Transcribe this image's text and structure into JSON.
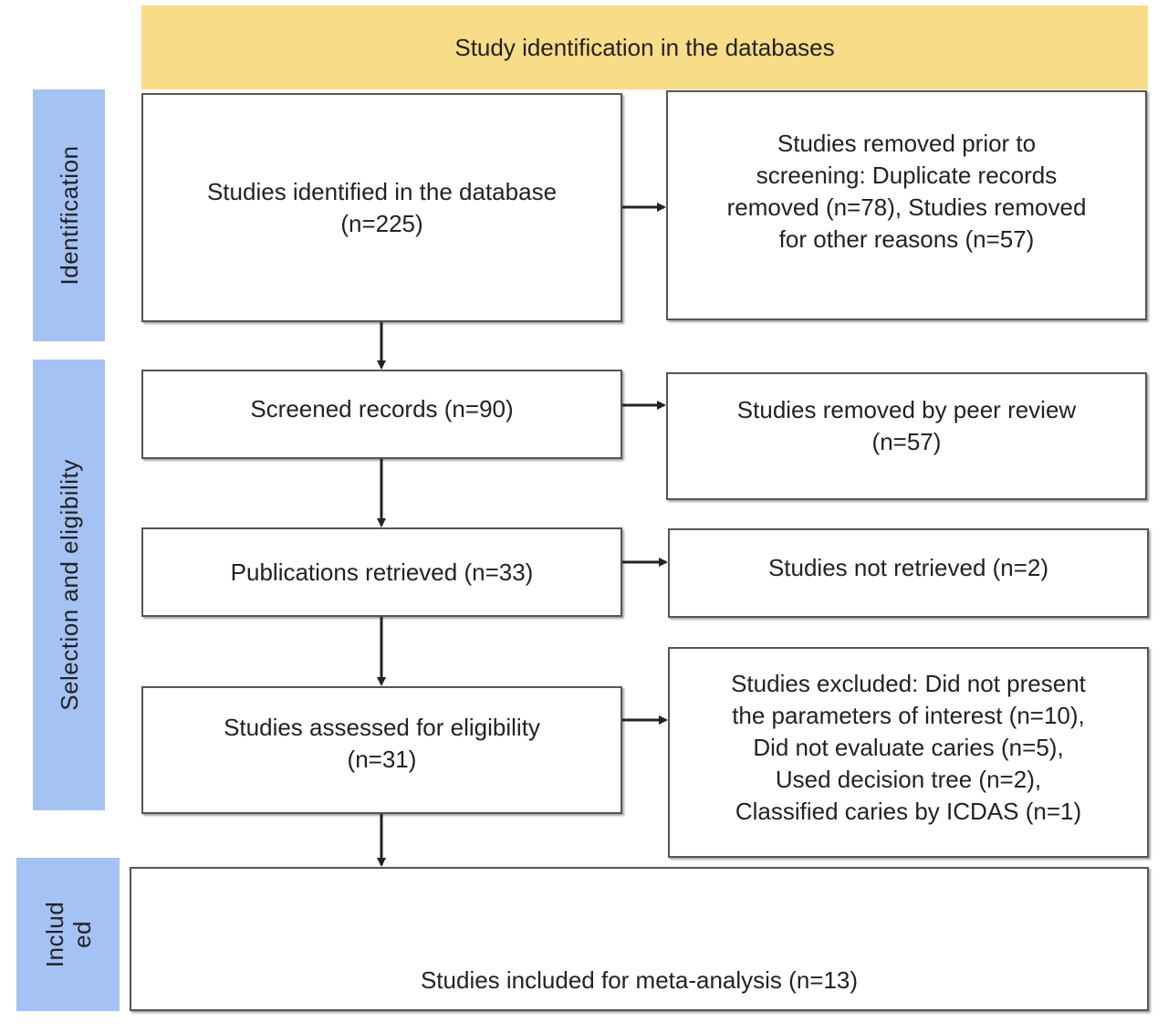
{
  "header": {
    "title": "Study identification in the databases"
  },
  "phases": [
    {
      "label": "Identification"
    },
    {
      "label": "Selection and eligibility"
    },
    {
      "label_line1": "Includ",
      "label_line2": "ed"
    }
  ],
  "main_boxes": [
    {
      "line1": "Studies identified in the database",
      "line2": "(n=225)"
    },
    {
      "line1": "Screened records (n=90)"
    },
    {
      "line1": "Publications retrieved (n=33)"
    },
    {
      "line1": "Studies assessed for eligibility",
      "line2": "(n=31)"
    },
    {
      "line1": "Studies included for meta-analysis (n=13)"
    }
  ],
  "side_boxes": [
    {
      "lines": [
        "Studies removed prior to",
        "screening: Duplicate records",
        "removed (n=78), Studies removed",
        "for other reasons (n=57)"
      ]
    },
    {
      "lines": [
        "Studies removed by peer review",
        "(n=57)"
      ]
    },
    {
      "lines": [
        "Studies not retrieved (n=2)"
      ]
    },
    {
      "lines": [
        "Studies excluded: Did not present",
        "the parameters of interest (n=10),",
        "Did not evaluate caries (n=5),",
        "Used decision tree (n=2),",
        "Classified caries by ICDAS (n=1)"
      ]
    }
  ],
  "colors": {
    "header_bg": "#f9dc87",
    "phase_bg": "#a4c2f4",
    "border": "#555555"
  }
}
